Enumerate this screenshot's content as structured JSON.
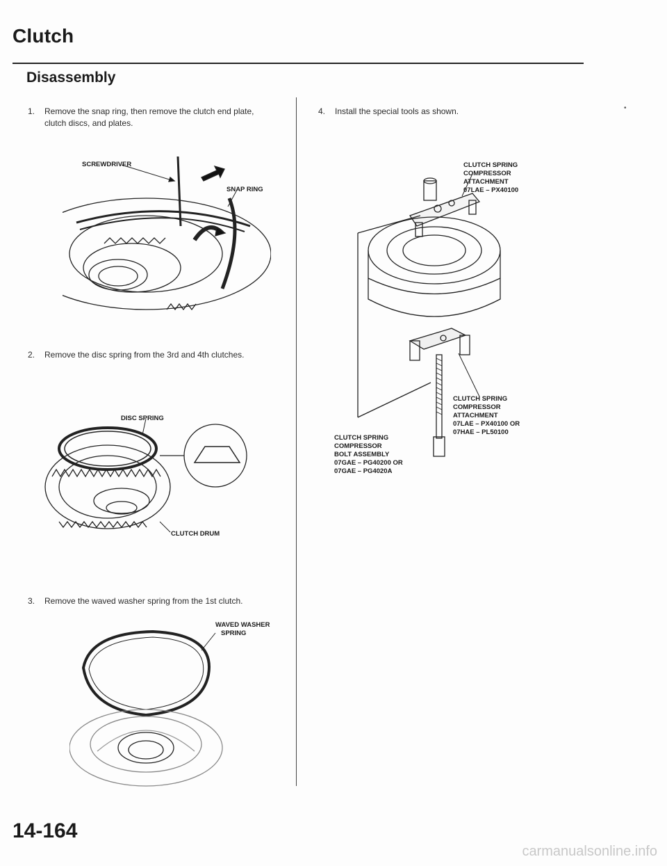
{
  "header": {
    "title": "Clutch",
    "section": "Disassembly"
  },
  "steps": [
    {
      "num": "1.",
      "text": "Remove the snap ring, then remove the clutch end plate, clutch discs, and plates."
    },
    {
      "num": "2.",
      "text": "Remove the disc spring from the 3rd and 4th clutches."
    },
    {
      "num": "3.",
      "text": "Remove the waved washer spring from the 1st clutch."
    },
    {
      "num": "4.",
      "text": "Install the special tools as shown."
    }
  ],
  "figure1": {
    "screwdriver_label": "SCREWDRIVER",
    "snap_ring_label": "SNAP RING"
  },
  "figure2": {
    "disc_spring_label": "DISC SPRING",
    "clutch_drum_label": "CLUTCH DRUM"
  },
  "figure3": {
    "waved_washer_label_1": "WAVED WASHER",
    "waved_washer_label_2": "SPRING"
  },
  "figure4": {
    "top_attachment": [
      "CLUTCH SPRING",
      "COMPRESSOR",
      "ATTACHMENT",
      "07LAE – PX40100"
    ],
    "bottom_attachment": [
      "CLUTCH SPRING",
      "COMPRESSOR",
      "ATTACHMENT",
      "07LAE – PX40100 or",
      "07HAE – PL50100"
    ],
    "bolt_assembly": [
      "CLUTCH SPRING",
      "COMPRESSOR",
      "BOLT ASSEMBLY",
      "07GAE – PG40200 or",
      "07GAE – PG4020A"
    ]
  },
  "footer": {
    "page_number": "14-164",
    "watermark": "carmanualsonline.info",
    "stray_mark": "•"
  }
}
